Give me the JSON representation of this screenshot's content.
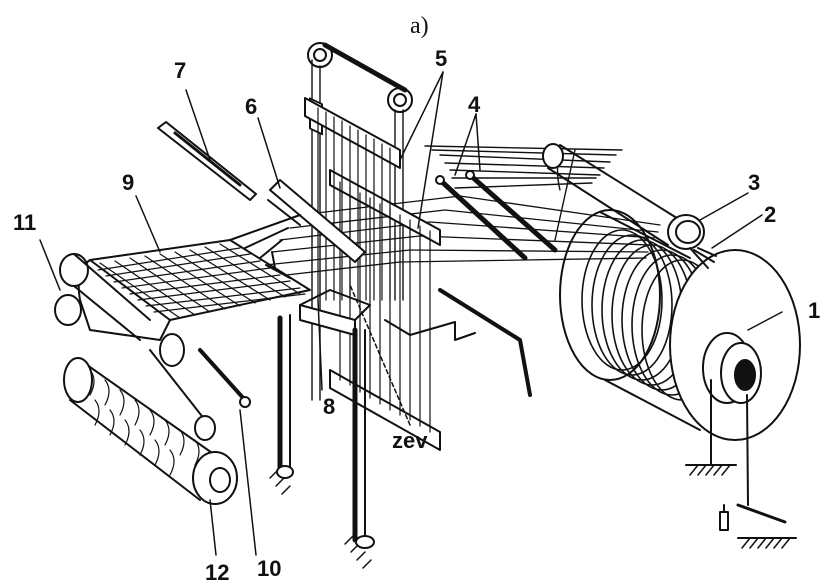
{
  "caption": "a)",
  "labels": {
    "l1": "1",
    "l2": "2",
    "l3": "3",
    "l4": "4",
    "l5": "5",
    "l6": "6",
    "l7": "7",
    "l8": "8",
    "l9": "9",
    "l10": "10",
    "l11": "11",
    "l12": "12",
    "shed": "zev"
  },
  "colors": {
    "ink": "#111111",
    "paper": "#ffffff",
    "shade": "#cfcfcf"
  }
}
